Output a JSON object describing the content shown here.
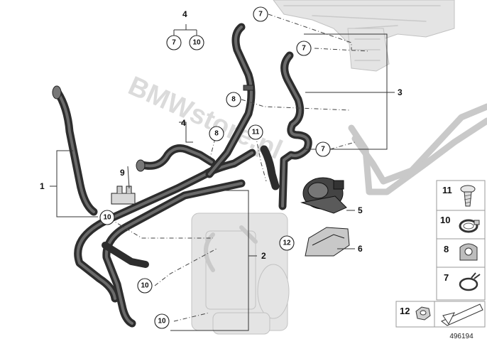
{
  "callouts": {
    "c1": "1",
    "c2": "2",
    "c3": "3",
    "c4_top": "4",
    "c4": "4",
    "c5": "5",
    "c6": "6",
    "c7_a": "7",
    "c7_b": "7",
    "c7_c": "7",
    "c7_d": "7",
    "c8_a": "8",
    "c8_b": "8",
    "c9": "9",
    "c10_a": "10",
    "c10_b": "10",
    "c10_c": "10",
    "c10_d": "10",
    "c11": "11",
    "c12": "12"
  },
  "legend": {
    "items": [
      {
        "number": "11",
        "part": "screw"
      },
      {
        "number": "10",
        "part": "hose-clamp"
      },
      {
        "number": "8",
        "part": "holder-clip"
      },
      {
        "number": "7",
        "part": "spring-clamp"
      },
      {
        "number": "12",
        "part": "hex-nut"
      }
    ]
  },
  "watermark": "BMWstore.pl",
  "diagram_id": "496194",
  "colors": {
    "hose": "#2d2d2d",
    "ghost": "#c9c9c9",
    "text": "#111111"
  }
}
